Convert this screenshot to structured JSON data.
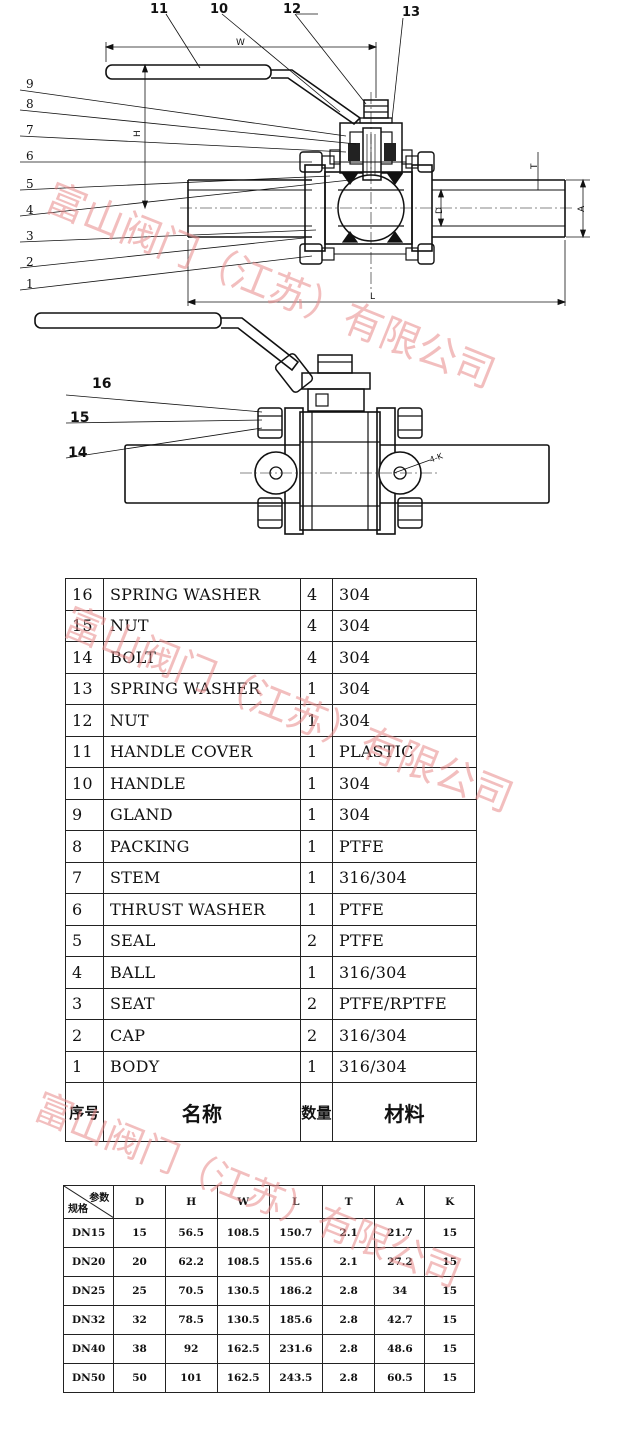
{
  "callouts": {
    "top": [
      "11",
      "10",
      "12",
      "13"
    ],
    "left": [
      "9",
      "8",
      "7",
      "6",
      "5",
      "4",
      "3",
      "2",
      "1"
    ],
    "view2": [
      "16",
      "15",
      "14"
    ]
  },
  "dim_labels": {
    "W": "W",
    "H": "H",
    "L": "L",
    "T": "T",
    "A": "A",
    "D": "D",
    "K": "4-K"
  },
  "watermark": "富山阀门（江苏）有限公司",
  "parts_table": {
    "rows": [
      {
        "no": "16",
        "name": "SPRING WASHER",
        "qty": "4",
        "material": "304"
      },
      {
        "no": "15",
        "name": "NUT",
        "qty": "4",
        "material": "304"
      },
      {
        "no": "14",
        "name": "BOLT",
        "qty": "4",
        "material": "304"
      },
      {
        "no": "13",
        "name": "SPRING WASHER",
        "qty": "1",
        "material": "304"
      },
      {
        "no": "12",
        "name": "NUT",
        "qty": "1",
        "material": "304"
      },
      {
        "no": "11",
        "name": "HANDLE COVER",
        "qty": "1",
        "material": "PLASTIC"
      },
      {
        "no": "10",
        "name": "HANDLE",
        "qty": "1",
        "material": "304"
      },
      {
        "no": "9",
        "name": "GLAND",
        "qty": "1",
        "material": "304"
      },
      {
        "no": "8",
        "name": "PACKING",
        "qty": "1",
        "material": "PTFE"
      },
      {
        "no": "7",
        "name": "STEM",
        "qty": "1",
        "material": "316/304"
      },
      {
        "no": "6",
        "name": "THRUST WASHER",
        "qty": "1",
        "material": "PTFE"
      },
      {
        "no": "5",
        "name": "SEAL",
        "qty": "2",
        "material": "PTFE"
      },
      {
        "no": "4",
        "name": "BALL",
        "qty": "1",
        "material": "316/304"
      },
      {
        "no": "3",
        "name": "SEAT",
        "qty": "2",
        "material": "PTFE/RPTFE"
      },
      {
        "no": "2",
        "name": "CAP",
        "qty": "2",
        "material": "316/304"
      },
      {
        "no": "1",
        "name": "BODY",
        "qty": "1",
        "material": "316/304"
      }
    ],
    "header": {
      "no": "序号",
      "name": "名称",
      "qty": "数量",
      "material": "材料"
    }
  },
  "dims_table": {
    "corner_top": "参数",
    "corner_bottom": "规格",
    "columns": [
      "D",
      "H",
      "W",
      "L",
      "T",
      "A",
      "K"
    ],
    "rows": [
      {
        "size": "DN15",
        "values": [
          "15",
          "56.5",
          "108.5",
          "150.7",
          "2.1",
          "21.7",
          "15"
        ]
      },
      {
        "size": "DN20",
        "values": [
          "20",
          "62.2",
          "108.5",
          "155.6",
          "2.1",
          "27.2",
          "15"
        ]
      },
      {
        "size": "DN25",
        "values": [
          "25",
          "70.5",
          "130.5",
          "186.2",
          "2.8",
          "34",
          "15"
        ]
      },
      {
        "size": "DN32",
        "values": [
          "32",
          "78.5",
          "130.5",
          "185.6",
          "2.8",
          "42.7",
          "15"
        ]
      },
      {
        "size": "DN40",
        "values": [
          "38",
          "92",
          "162.5",
          "231.6",
          "2.8",
          "48.6",
          "15"
        ]
      },
      {
        "size": "DN50",
        "values": [
          "50",
          "101",
          "162.5",
          "243.5",
          "2.8",
          "60.5",
          "15"
        ]
      }
    ]
  }
}
